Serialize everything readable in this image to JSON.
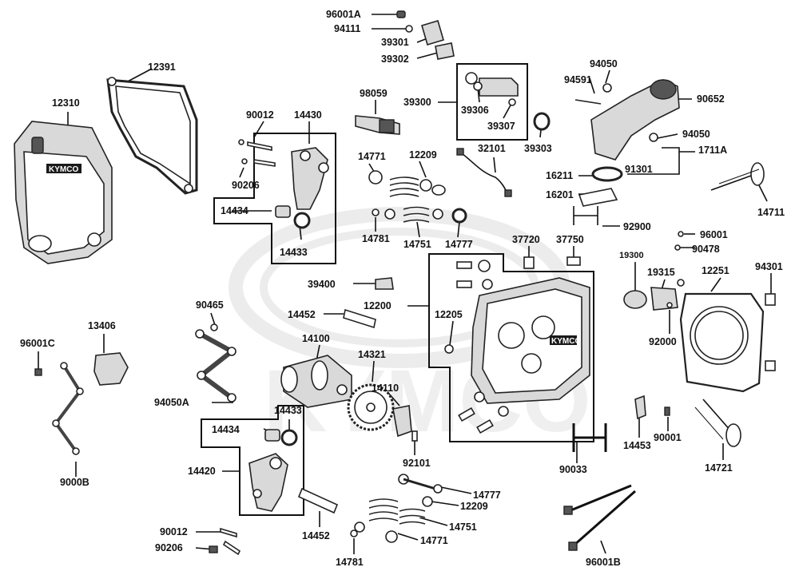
{
  "watermark": {
    "brand": "KYMCO"
  },
  "cover_badge": "KYMCO",
  "head_badge": "KYMCO",
  "colors": {
    "ink": "#111111",
    "part_fill": "#d9d9d9",
    "watermark": "#ececec"
  },
  "part_numbers": {
    "p96001A": "96001A",
    "p94111": "94111",
    "p39301": "39301",
    "p39302": "39302",
    "p39300": "39300",
    "p39306": "39306",
    "p39307": "39307",
    "p39303": "39303",
    "p12391": "12391",
    "p12310": "12310",
    "p98059": "98059",
    "p90012_top": "90012",
    "p14430": "14430",
    "p90206_top": "90206",
    "p14434_top": "14434",
    "p14433_top": "14433",
    "p14771_top": "14771",
    "p12209_top": "12209",
    "p14781_top": "14781",
    "p14751_top": "14751",
    "p14777_top": "14777",
    "p32101": "32101",
    "p94050_top": "94050",
    "p94591": "94591",
    "p90652": "90652",
    "p94050_mid": "94050",
    "p1711A": "1711A",
    "p91301": "91301",
    "p16211": "16211",
    "p16201": "16201",
    "p92900": "92900",
    "p14711": "14711",
    "p37720": "37720",
    "p37750": "37750",
    "p96001": "96001",
    "p90478": "90478",
    "p39400": "39400",
    "p12200": "12200",
    "p14452_top": "14452",
    "p12205": "12205",
    "p19300": "19300",
    "p19315": "19315",
    "p12251": "12251",
    "p94301": "94301",
    "p92000": "92000",
    "p90465": "90465",
    "p14100": "14100",
    "p14321": "14321",
    "p96001C": "96001C",
    "p13406": "13406",
    "p94050A": "94050A",
    "p14433_bot": "14433",
    "p14434_bot": "14434",
    "p14110": "14110",
    "p14420": "14420",
    "p92101": "92101",
    "p9000B": "9000B",
    "p14453": "14453",
    "p90001": "90001",
    "p90033": "90033",
    "p14721": "14721",
    "p14777_bot": "14777",
    "p12209_bot": "12209",
    "p14751_bot": "14751",
    "p14771_bot": "14771",
    "p14452_bot": "14452",
    "p14781_bot": "14781",
    "p90012_bot": "90012",
    "p90206_bot": "90206",
    "p96001B": "96001B"
  }
}
